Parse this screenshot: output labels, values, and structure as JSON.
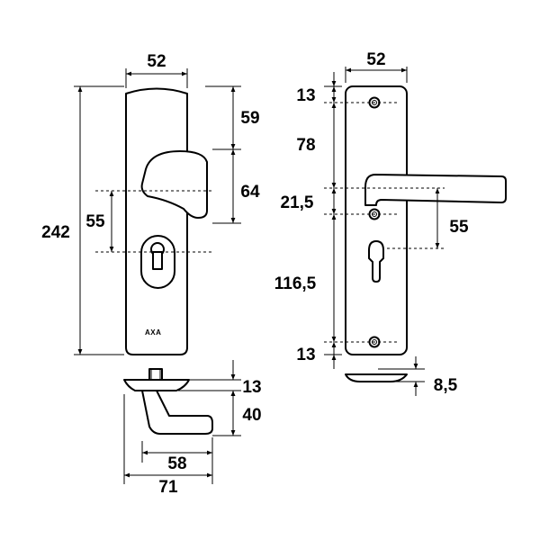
{
  "front_view": {
    "width_label": "52",
    "height_label": "242",
    "top_offset_label": "59",
    "knob_height_label": "64",
    "center_distance_label": "55",
    "brand_text": "AXA"
  },
  "bottom_view": {
    "plate_thickness_label": "13",
    "projection_label": "40",
    "inner_width_label": "58",
    "outer_width_label": "71"
  },
  "back_view": {
    "width_label": "52",
    "top_screw_label": "13",
    "handle_offset_label": "78",
    "handle_screw_label": "21,5",
    "center_distance_label": "55",
    "lower_screw_label": "116,5",
    "bottom_screw_label": "13",
    "edge_thickness_label": "8,5"
  }
}
